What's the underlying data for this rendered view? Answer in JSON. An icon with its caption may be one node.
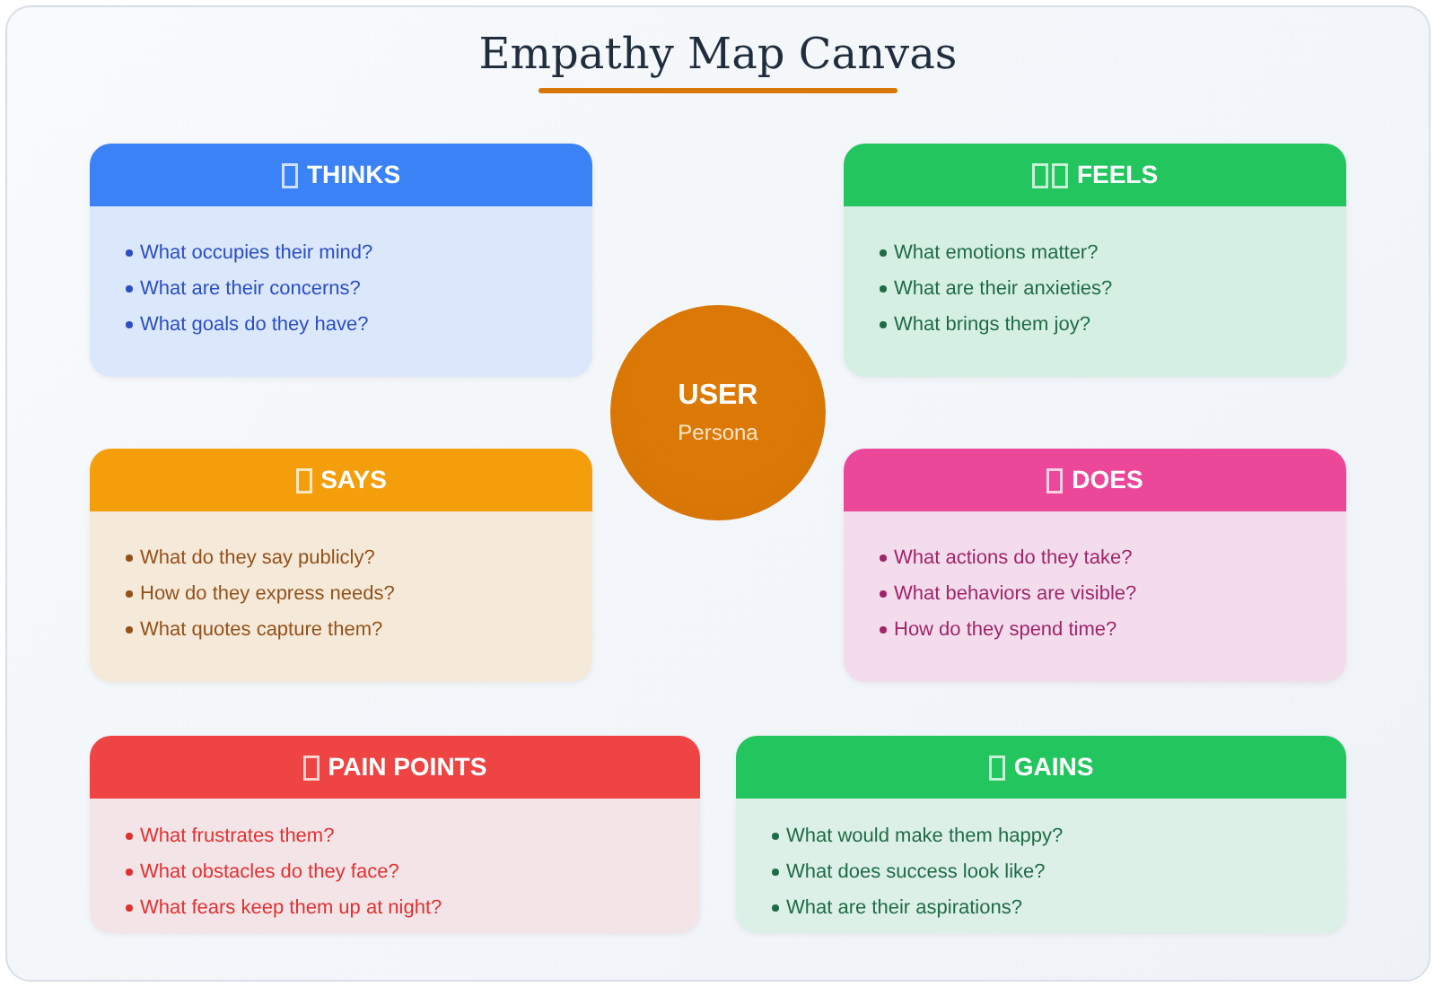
{
  "diagram": {
    "title": "Empathy Map Canvas",
    "nodes": [
      {
        "text": [
          "THINKS",
          "What occupies their mind?",
          "What are their concerns?",
          "What goals do they have?"
        ]
      },
      {
        "text": [
          "FEELS",
          "What emotions matter?",
          "What are their anxieties?",
          "What brings them joy?"
        ]
      },
      {
        "text": [
          "USER",
          "Persona"
        ]
      },
      {
        "text": [
          "SAYS",
          "What do they say publicly?",
          "How do they express needs?",
          "What quotes capture them?"
        ]
      },
      {
        "text": [
          "DOES",
          "What actions do they take?",
          "What behaviors are visible?",
          "How do they spend time?"
        ]
      },
      {
        "text": [
          "PAIN POINTS",
          "What frustrates them?",
          "What obstacles do they face?",
          "What fears keep them up at night?"
        ]
      },
      {
        "text": [
          "GAINS",
          "What would make them happy?",
          "What does success look like?",
          "What are their aspirations?"
        ]
      }
    ],
    "edges": []
  }
}
